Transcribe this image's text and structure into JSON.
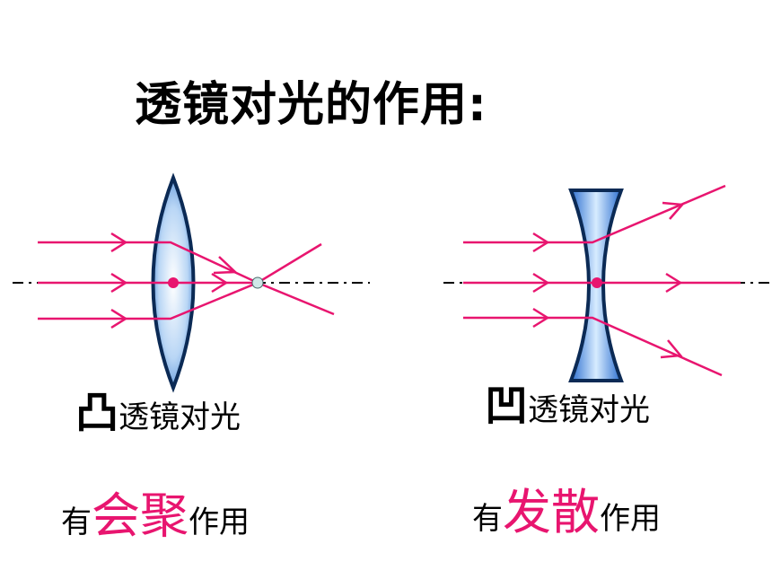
{
  "title": "透镜对光的作用:",
  "convex": {
    "lens_char": "凸",
    "caption": "透镜对光",
    "effect_prefix": "有",
    "effect_word": "会聚",
    "effect_suffix": "作用"
  },
  "concave": {
    "lens_char": "凹",
    "caption": "透镜对光",
    "effect_prefix": "有",
    "effect_word": "发散",
    "effect_suffix": "作用"
  },
  "colors": {
    "ray": "#e8156f",
    "accent_text": "#e8156f",
    "lens_dark": "#1f5fb8",
    "lens_light": "#eaf4ff"
  }
}
